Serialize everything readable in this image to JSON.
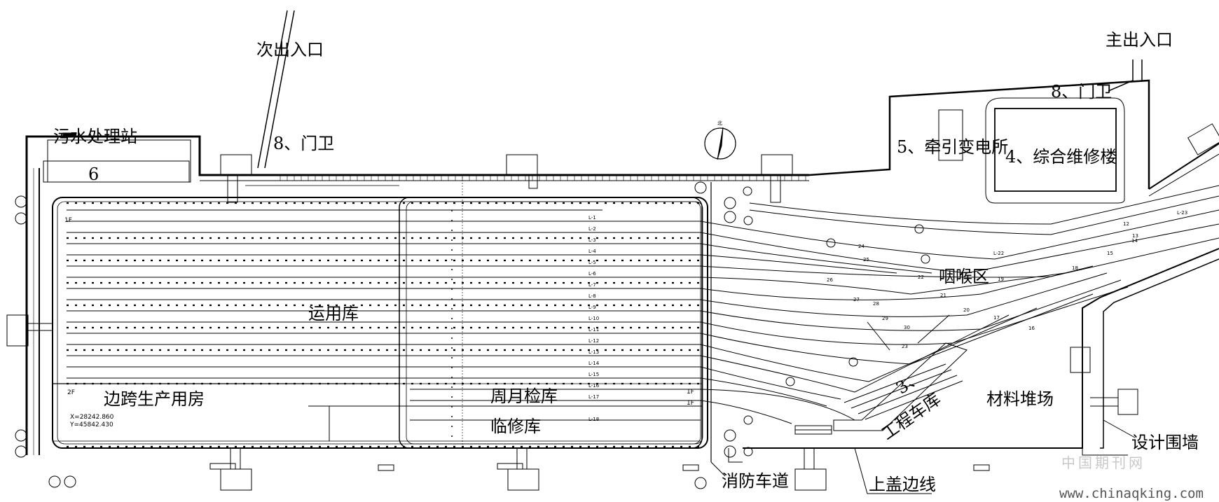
{
  "labels": {
    "secondary_entrance": "次出入口",
    "main_entrance": "主出入口",
    "gate_guard_1": "8、门卫",
    "gate_guard_2": "8、门卫",
    "sewage_station": "污水处理站",
    "sewage_no": "6",
    "substation": "5、牵引变电所",
    "maintenance_building": "4、综合维修楼",
    "operation_depot": "运用库",
    "throat_area": "咽喉区",
    "side_production_rooms": "边跨生产用房",
    "periodic_inspection": "周月检库",
    "temporary_repair": "临修库",
    "engineering_depot_no": "3、",
    "engineering_depot": "工程车库",
    "material_yard": "材料堆场",
    "design_fence": "设计围墙",
    "fire_lane": "消防车道",
    "cover_edge": "上盖边线",
    "floor_1f_left": "1F",
    "floor_2f_left": "2F",
    "floor_1f_right_a": "1F",
    "floor_1f_right_b": "1F",
    "coord_x": "X=28242.860",
    "coord_y": "Y=45842.430",
    "north": "北"
  },
  "track_labels": [
    "L-1",
    "L-2",
    "L-3",
    "L-4",
    "L-5",
    "L-6",
    "L-7",
    "L-8",
    "L-9",
    "L-10",
    "L-11",
    "L-12",
    "L-13",
    "L-14",
    "L-15",
    "L-16",
    "L-17",
    "L-18"
  ],
  "switch_numbers": [
    "24",
    "25",
    "26",
    "27",
    "28",
    "29",
    "30",
    "22",
    "21",
    "20",
    "19",
    "17",
    "16",
    "23",
    "18",
    "15",
    "14",
    "13",
    "12",
    "L-23",
    "L-22"
  ],
  "watermark": {
    "site_name": "中国期刊网",
    "url": "www.chinaqking.com"
  }
}
